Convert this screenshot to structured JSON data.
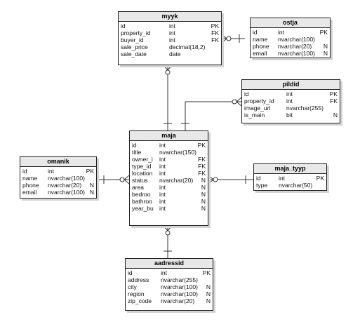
{
  "entities": [
    {
      "id": "myyk",
      "title": "myyk",
      "columns": [
        {
          "name": "id",
          "type": "int",
          "key": "PK"
        },
        {
          "name": "property_id",
          "type": "int",
          "key": "FK"
        },
        {
          "name": "buyer_id",
          "type": "int",
          "key": "FK"
        },
        {
          "name": "sale_price",
          "type": "decimal(18,2)",
          "key": ""
        },
        {
          "name": "sale_date",
          "type": "date",
          "key": ""
        }
      ]
    },
    {
      "id": "ostja",
      "title": "ostja",
      "columns": [
        {
          "name": "id",
          "type": "int",
          "key": "PK"
        },
        {
          "name": "name",
          "type": "nvarchar(100)",
          "key": ""
        },
        {
          "name": "phone",
          "type": "nvarchar(20)",
          "key": "N"
        },
        {
          "name": "email",
          "type": "nvarchar(100)",
          "key": "N"
        }
      ]
    },
    {
      "id": "pildid",
      "title": "pildid",
      "columns": [
        {
          "name": "id",
          "type": "int",
          "key": "PK"
        },
        {
          "name": "property_id",
          "type": "int",
          "key": "FK"
        },
        {
          "name": "image_url",
          "type": "nvarchar(255)",
          "key": ""
        },
        {
          "name": "is_main",
          "type": "bit",
          "key": "N"
        }
      ]
    },
    {
      "id": "maja",
      "title": "maja",
      "columns": [
        {
          "name": "id",
          "type": "int",
          "key": "PK"
        },
        {
          "name": "title",
          "type": "nvarchar(150)",
          "key": ""
        },
        {
          "name": "owner_i",
          "type": "int",
          "key": "FK"
        },
        {
          "name": "type_id",
          "type": "int",
          "key": "FK"
        },
        {
          "name": "location",
          "type": "int",
          "key": "FK"
        },
        {
          "name": "status",
          "type": "nvarchar(20)",
          "key": "N"
        },
        {
          "name": "area",
          "type": "int",
          "key": "N"
        },
        {
          "name": "bedroo",
          "type": "int",
          "key": "N"
        },
        {
          "name": "bathroo",
          "type": "int",
          "key": "N"
        },
        {
          "name": "year_bu",
          "type": "int",
          "key": "N"
        }
      ]
    },
    {
      "id": "omanik",
      "title": "omanik",
      "columns": [
        {
          "name": "id",
          "type": "int",
          "key": "PK"
        },
        {
          "name": "name",
          "type": "nvarchar(100)",
          "key": ""
        },
        {
          "name": "phone",
          "type": "nvarchar(20)",
          "key": "N"
        },
        {
          "name": "email",
          "type": "nvarchar(100)",
          "key": "N"
        }
      ]
    },
    {
      "id": "maja_tyyp",
      "title": "maja_tyyp",
      "columns": [
        {
          "name": "id",
          "type": "int",
          "key": "PK"
        },
        {
          "name": "type",
          "type": "nvarchar(50)",
          "key": ""
        }
      ]
    },
    {
      "id": "aadressid",
      "title": "aadressid",
      "columns": [
        {
          "name": "id",
          "type": "int",
          "key": "PK"
        },
        {
          "name": "address",
          "type": "nvarchar(255)",
          "key": ""
        },
        {
          "name": "city",
          "type": "nvarchar(100)",
          "key": "N"
        },
        {
          "name": "region",
          "type": "nvarchar(100)",
          "key": "N"
        },
        {
          "name": "zip_code",
          "type": "nvarchar(20)",
          "key": "N"
        }
      ]
    }
  ],
  "relationships": [
    {
      "from": "myyk",
      "to": "ostja",
      "kind": "many-to-one"
    },
    {
      "from": "myyk",
      "to": "maja",
      "kind": "many-to-one"
    },
    {
      "from": "pildid",
      "to": "maja",
      "kind": "many-to-one"
    },
    {
      "from": "maja",
      "to": "omanik",
      "kind": "many-to-one"
    },
    {
      "from": "maja",
      "to": "maja_tyyp",
      "kind": "many-to-one"
    },
    {
      "from": "maja",
      "to": "aadressid",
      "kind": "many-to-one"
    }
  ]
}
